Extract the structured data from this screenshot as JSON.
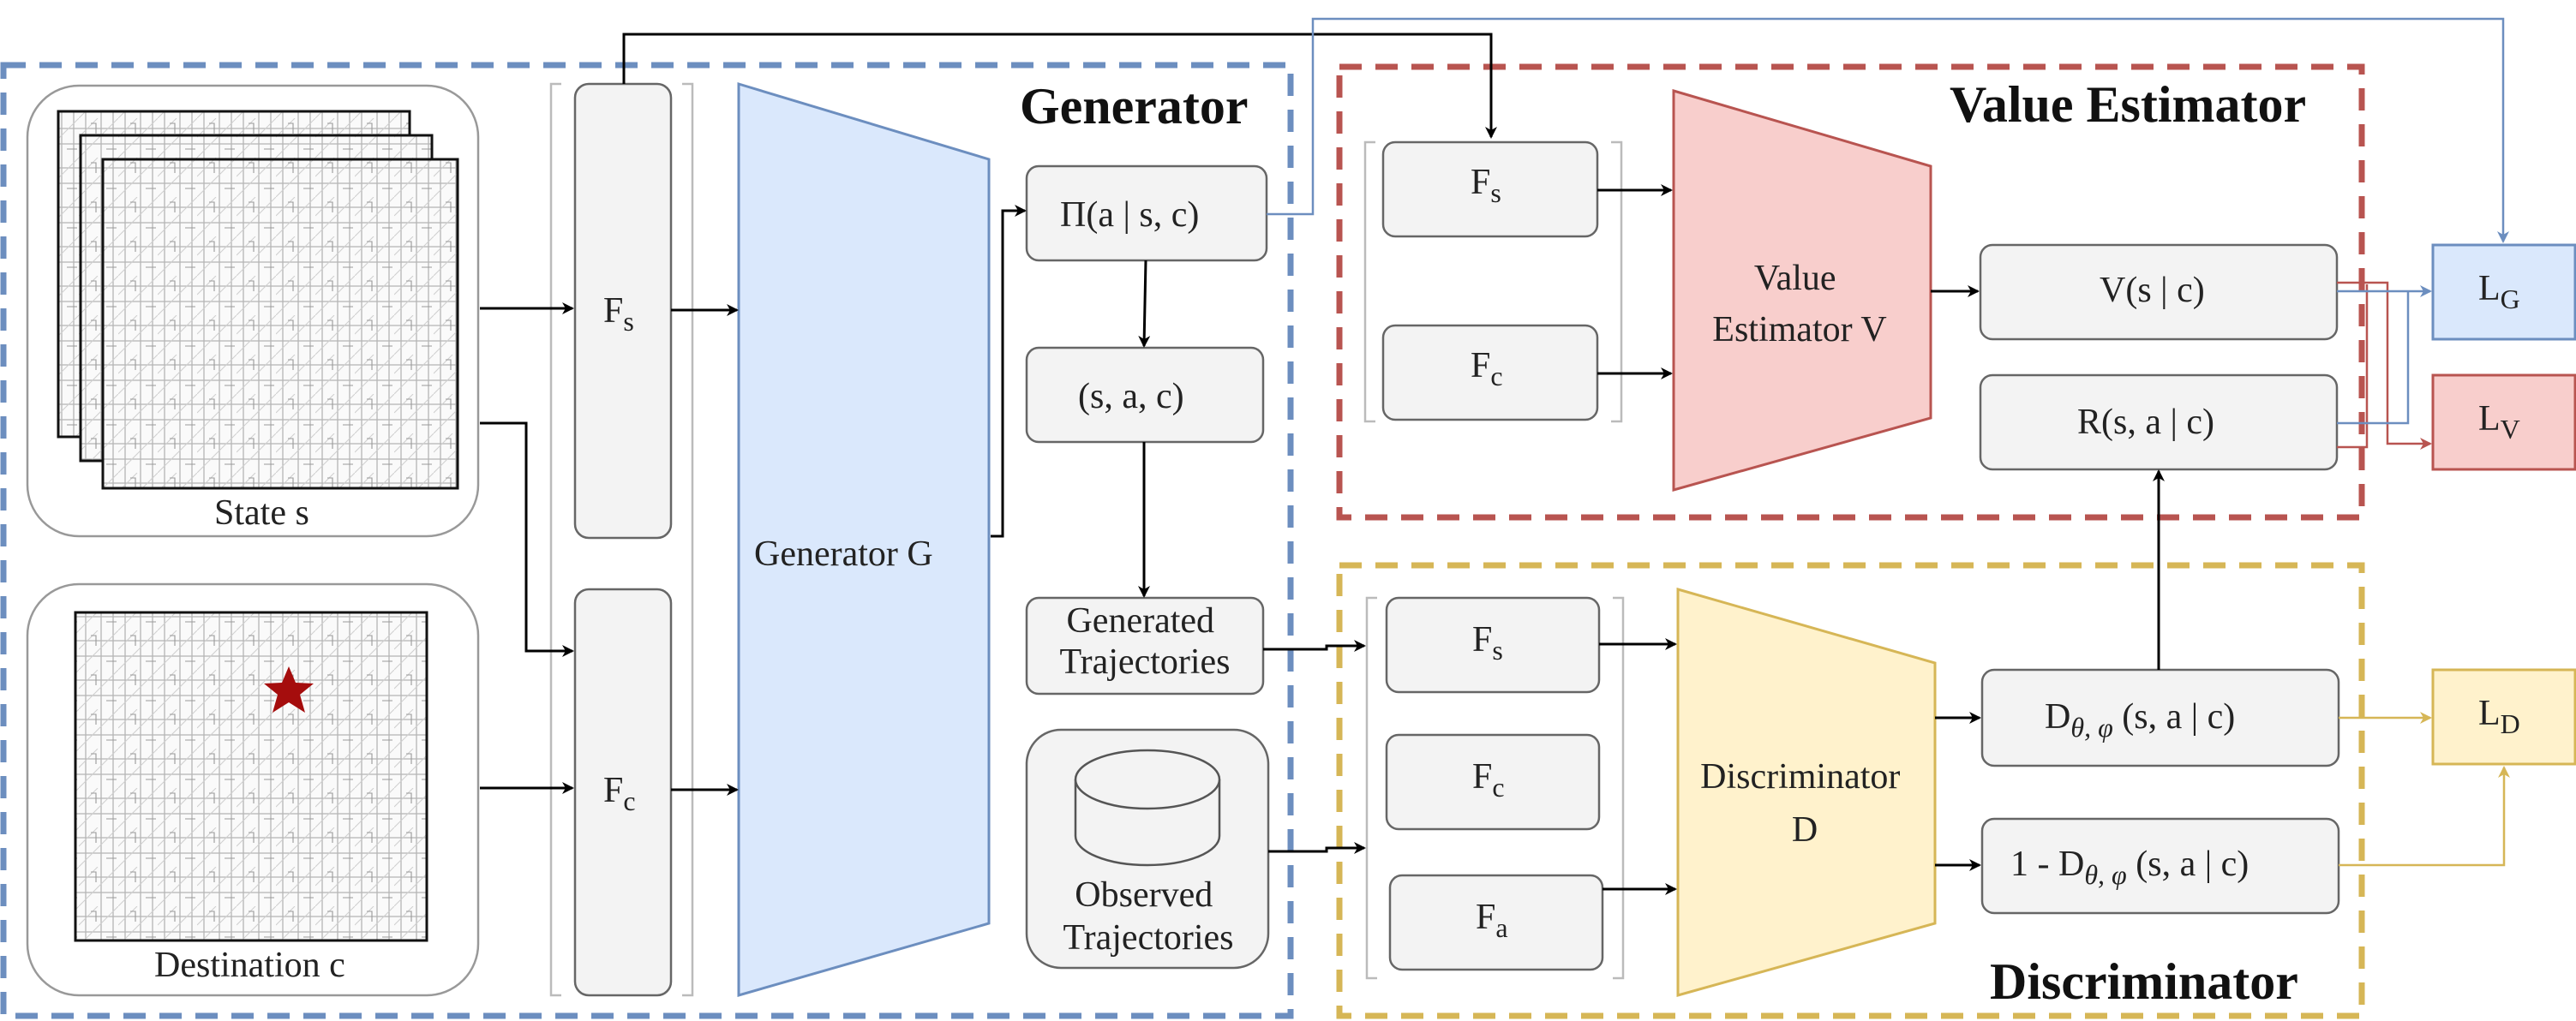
{
  "titles": {
    "generator": "Generator",
    "value_estimator": "Value Estimator",
    "discriminator": "Discriminator"
  },
  "inputs": {
    "state": "State s",
    "destination": "Destination c"
  },
  "features": {
    "fs": {
      "base": "F",
      "sub": "s"
    },
    "fc": {
      "base": "F",
      "sub": "c"
    },
    "fa": {
      "base": "F",
      "sub": "a"
    }
  },
  "generator": {
    "block": "Generator G",
    "policy": "Π(a | s, c)",
    "tuple": "(s, a, c)",
    "generated": [
      "Generated",
      "Trajectories"
    ],
    "observed": [
      "Observed",
      "Trajectories"
    ]
  },
  "value_estimator": {
    "block": [
      "Value",
      "Estimator V"
    ],
    "v": "V(s | c)",
    "r": "R(s, a | c)"
  },
  "discriminator": {
    "block": [
      "Discriminator",
      "D"
    ],
    "d_prefix": "D",
    "d_sub": "θ, φ",
    "d_suffix": " (s, a | c)",
    "one_minus_prefix": "1 - D",
    "one_minus_sub": "θ, φ",
    "one_minus_suffix": " (s, a | c)"
  },
  "losses": {
    "lg": {
      "base": "L",
      "sub": "G"
    },
    "lv": {
      "base": "L",
      "sub": "V"
    },
    "ld": {
      "base": "L",
      "sub": "D"
    }
  },
  "colors": {
    "generator_border": "#6c8ebf",
    "generator_fill": "#dae8fc",
    "value_border": "#b85450",
    "value_fill": "#f8cecc",
    "disc_border": "#d6b656",
    "disc_fill": "#fff2cc",
    "destination_star": "#a50d0d"
  }
}
